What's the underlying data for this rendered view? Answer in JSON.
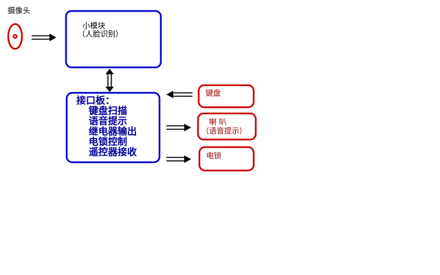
{
  "camera": {
    "label": "摄像头"
  },
  "module": {
    "line1": "小模块",
    "line2": "（人脸识别）"
  },
  "interface_board": {
    "title": "接口板：",
    "items": [
      "键盘扫描",
      "语音提示",
      "继电器输出",
      "电锁控制",
      "遥控器接收"
    ]
  },
  "keyboard": {
    "label": "键盘"
  },
  "speaker": {
    "line1": "喇  叭",
    "line2": "（语音提示）"
  },
  "lock": {
    "label": "电锁"
  },
  "colors": {
    "blue_box": "#0000cc",
    "red_box": "#cc0000",
    "arrow": "#000000",
    "blue_text": "#000099",
    "red_text": "#990000"
  }
}
